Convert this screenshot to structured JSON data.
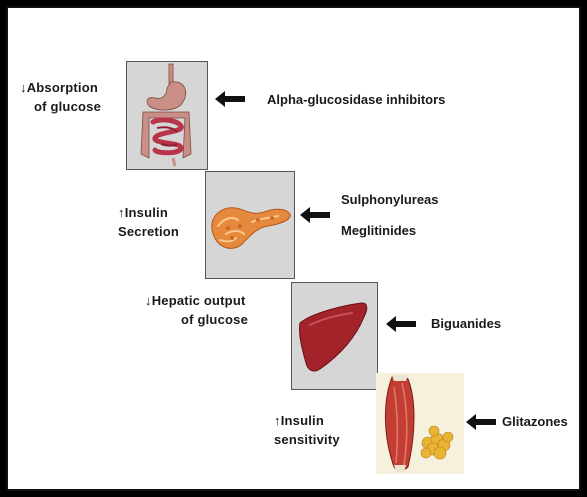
{
  "mechanisms": [
    {
      "id": "absorption",
      "effect_symbol": "↓",
      "effect_line1": "Absorption",
      "effect_line2": "of glucose",
      "organ": "stomach-intestine",
      "drugs": [
        "Alpha-glucosidase inhibitors"
      ]
    },
    {
      "id": "secretion",
      "effect_symbol": "↑",
      "effect_line1": "Insulin",
      "effect_line2": "Secretion",
      "organ": "pancreas",
      "drugs": [
        "Sulphonylureas",
        "Meglitinides"
      ]
    },
    {
      "id": "hepatic",
      "effect_symbol": "↓",
      "effect_line1": "Hepatic output",
      "effect_line2": "of glucose",
      "organ": "liver",
      "drugs": [
        "Biguanides"
      ]
    },
    {
      "id": "sensitivity",
      "effect_symbol": "↑",
      "effect_line1": "Insulin",
      "effect_line2": "sensitivity",
      "organ": "muscle-fat",
      "drugs": [
        "Glitazones"
      ]
    }
  ],
  "colors": {
    "frame": "#000000",
    "organ_box_bg": "#d6d6d6",
    "muscle_box_bg": "#f6f1dc",
    "stomach": "#c98e86",
    "intestine": "#b8344a",
    "pancreas": "#e58a3c",
    "liver": "#a3232b",
    "muscle": "#c23e33",
    "fat": "#e9b433",
    "arrow": "#111111"
  }
}
